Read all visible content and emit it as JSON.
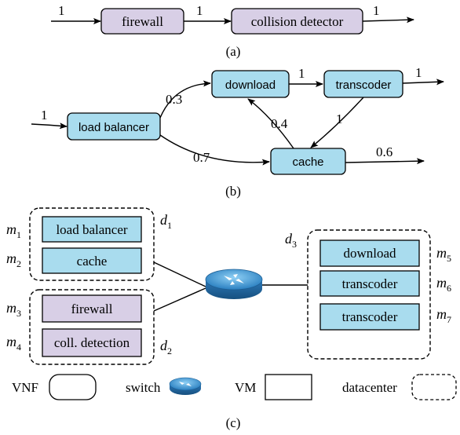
{
  "figure_a": {
    "input_weight": "1",
    "box1": "firewall",
    "mid_weight": "1",
    "box2": "collision detector",
    "output_weight": "1",
    "caption": "(a)"
  },
  "figure_b": {
    "input_weight": "1",
    "load_balancer": "load balancer",
    "download": "download",
    "transcoder": "transcoder",
    "cache": "cache",
    "w_lb_download": "0.3",
    "w_lb_cache": "0.7",
    "w_download_transcoder": "1",
    "w_transcoder_out": "1",
    "w_transcoder_cache": "1",
    "w_cache_download": "0.4",
    "w_cache_out": "0.6",
    "caption": "(b)"
  },
  "figure_c": {
    "dc1": {
      "label_base": "d",
      "label_sub": "1",
      "vms": [
        {
          "m_base": "m",
          "m_sub": "1",
          "vnf": "load balancer"
        },
        {
          "m_base": "m",
          "m_sub": "2",
          "vnf": "cache"
        }
      ]
    },
    "dc2": {
      "label_base": "d",
      "label_sub": "2",
      "vms": [
        {
          "m_base": "m",
          "m_sub": "3",
          "vnf": "firewall"
        },
        {
          "m_base": "m",
          "m_sub": "4",
          "vnf": "coll. detection"
        }
      ]
    },
    "dc3": {
      "label_base": "d",
      "label_sub": "3",
      "vms": [
        {
          "m_base": "m",
          "m_sub": "5",
          "vnf": "download"
        },
        {
          "m_base": "m",
          "m_sub": "6",
          "vnf": "transcoder"
        },
        {
          "m_base": "m",
          "m_sub": "7",
          "vnf": "transcoder"
        }
      ]
    },
    "legend": {
      "vnf": "VNF",
      "switch": "switch",
      "vm": "VM",
      "datacenter": "datacenter"
    },
    "caption": "(c)"
  },
  "colors": {
    "purple_fill": "#d8cfe6",
    "blue_fill": "#a9dcee",
    "stroke": "#000000"
  }
}
